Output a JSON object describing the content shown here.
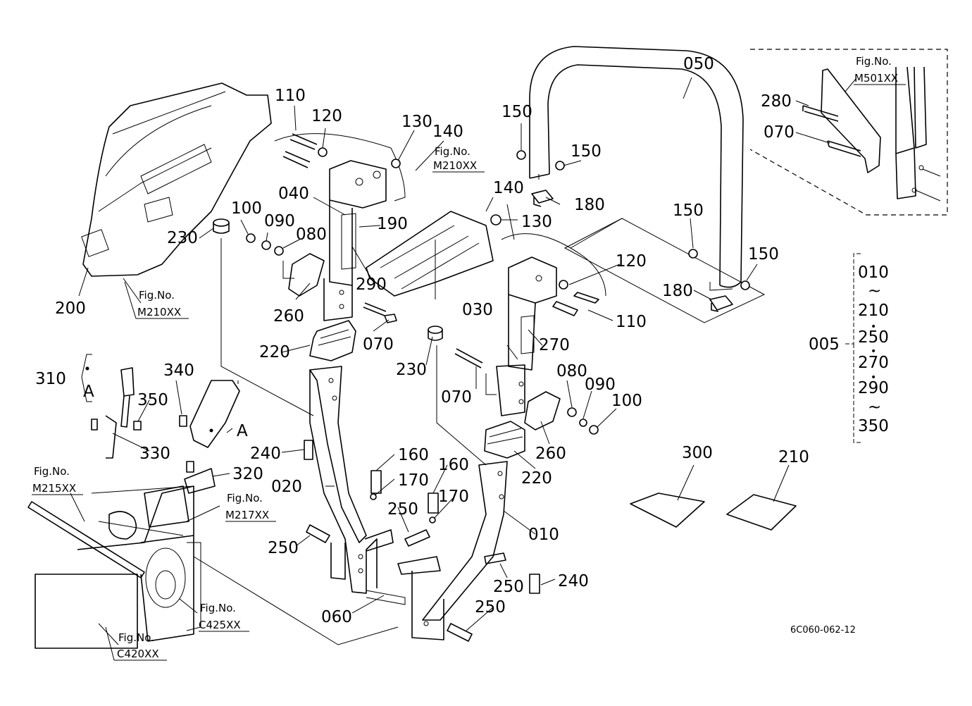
{
  "diagram": {
    "drawing_code": "6C060-062-12",
    "fig_refs": {
      "m501": {
        "line1": "Fig.No.",
        "line2": "M501XX"
      },
      "m210_top": {
        "line1": "Fig.No.",
        "line2": "M210XX"
      },
      "m210_left": {
        "line1": "Fig.No.",
        "line2": "M210XX"
      },
      "m215": {
        "line1": "Fig.No.",
        "line2": "M215XX"
      },
      "m217": {
        "line1": "Fig.No.",
        "line2": "M217XX"
      },
      "c425": {
        "line1": "Fig.No.",
        "line2": "C425XX"
      },
      "c420": {
        "line1": "Fig.No.",
        "line2": "C420XX"
      }
    },
    "callouts": {
      "c050": "050",
      "c150a": "150",
      "c150b": "150",
      "c150c": "150",
      "c150d": "150",
      "c180a": "180",
      "c180b": "180",
      "c280": "280",
      "c070_inset": "070",
      "c110a": "110",
      "c120a": "120",
      "c130a": "130",
      "c140a": "140",
      "c040": "040",
      "c190": "190",
      "c100a": "100",
      "c090a": "090",
      "c080a": "080",
      "c230a": "230",
      "c290": "290",
      "c260a": "260",
      "c070a": "070",
      "c200": "200",
      "c220a": "220",
      "c140b": "140",
      "c130b": "130",
      "c120b": "120",
      "c110b": "110",
      "c030": "030",
      "c270": "270",
      "c230b": "230",
      "c070b": "070",
      "c080b": "080",
      "c090b": "090",
      "c100b": "100",
      "c260b": "260",
      "c220b": "220",
      "c310": "310",
      "cA1": "A",
      "c340": "340",
      "c350": "350",
      "cA2": "A",
      "c330": "330",
      "c320": "320",
      "c240a": "240",
      "c160a": "160",
      "c170a": "170",
      "c160b": "160",
      "c170b": "170",
      "c020": "020",
      "c250a": "250",
      "c250b": "250",
      "c010": "010",
      "c250c": "250",
      "c240b": "240",
      "c250d": "250",
      "c060": "060",
      "c300": "300",
      "c210": "210"
    },
    "kit": {
      "label": "005",
      "items": [
        "010",
        "~",
        "210",
        "•",
        "250",
        "•",
        "270",
        "•",
        "290",
        "~",
        "350"
      ]
    }
  }
}
